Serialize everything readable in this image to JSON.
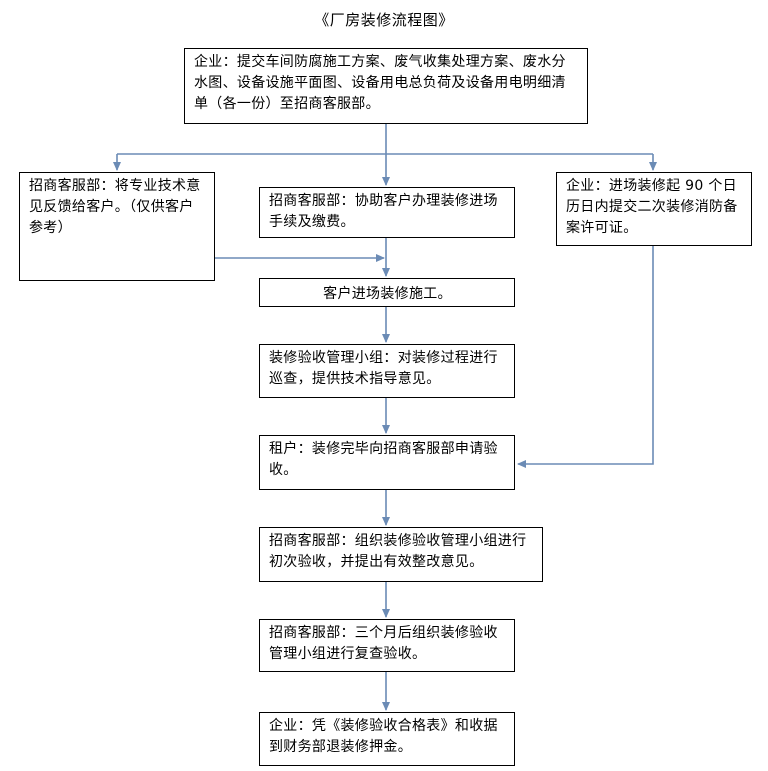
{
  "title": "《厂房装修流程图》",
  "colors": {
    "arrow": "#6b8bb5",
    "border": "#000000"
  },
  "nodes": {
    "start": "企业：提交车间防腐施工方案、废气收集处理方案、废水分水图、设备设施平面图、设备用电总负荷及设备用电明细清单（各一份）至招商客服部。",
    "left": "招商客服部：将专业技术意见反馈给客户。（仅供客户参考）",
    "middle": "招商客服部：协助客户办理装修进场手续及缴费。",
    "right": "企业：进场装修起 90 个日历日内提交二次装修消防备案许可证。",
    "construction": "客户进场装修施工。",
    "inspection": "装修验收管理小组：对装修过程进行巡查，提供技术指导意见。",
    "apply": "租户：装修完毕向招商客服部申请验收。",
    "first_acceptance": "招商客服部：组织装修验收管理小组进行初次验收，并提出有效整改意见。",
    "recheck": "招商客服部：三个月后组织装修验收管理小组进行复查验收。",
    "refund": "企业：凭《装修验收合格表》和收据到财务部退装修押金。"
  }
}
